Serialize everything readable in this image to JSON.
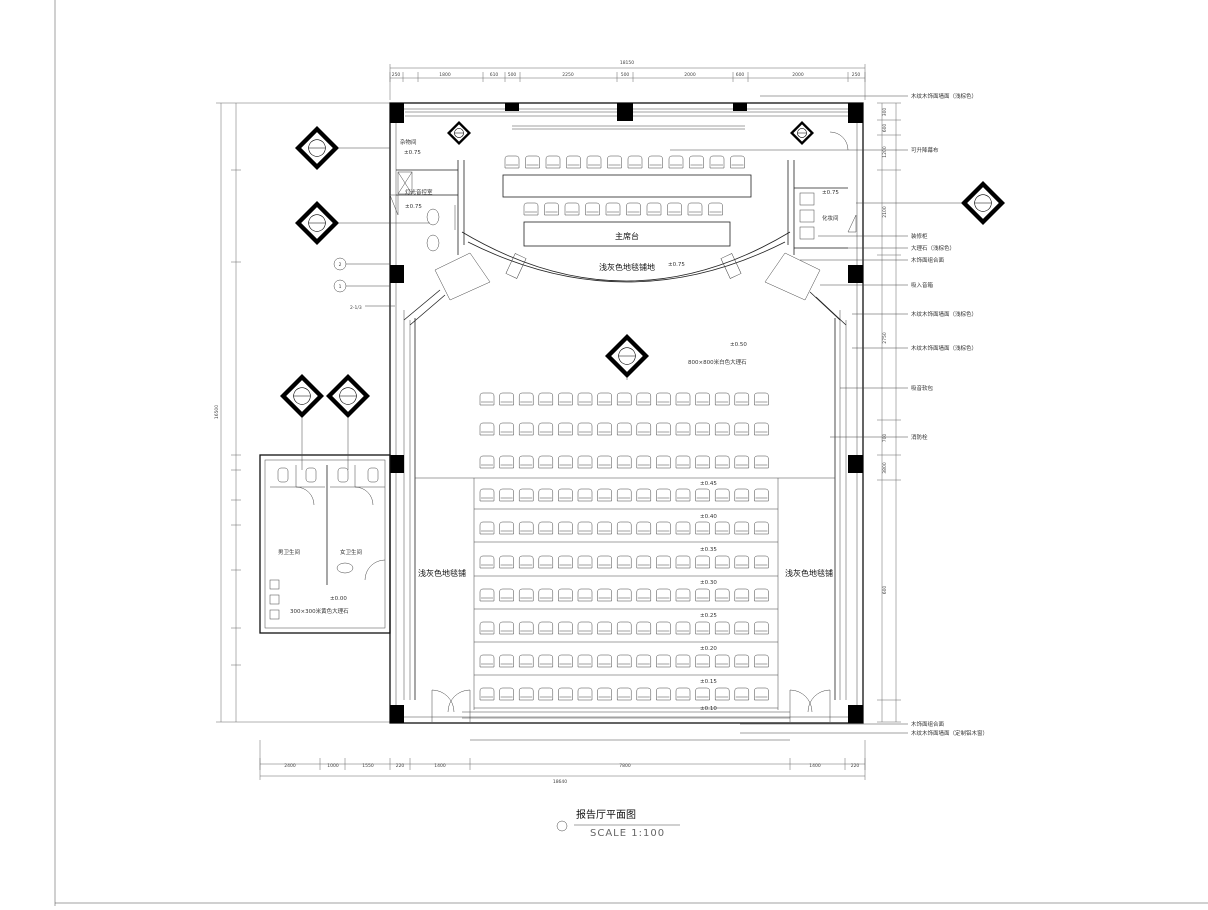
{
  "drawing": {
    "title": "报告厅平面图",
    "scale": "SCALE 1:100"
  },
  "rooms": {
    "storage": "杂物间",
    "sound_control": "灯光音控室",
    "stage": "主席台",
    "dressing": "化妆间",
    "men_wc": "男卫生间",
    "women_wc": "女卫生间"
  },
  "floor_finishes": {
    "stage_edge": "浅灰色地毯铺地",
    "hall_marble": "800×800米白色大理石",
    "aisle_left": "浅灰色地毯铺",
    "aisle_right": "浅灰色地毯铺",
    "wc_floor": "300×300米黄色大理石"
  },
  "levels": [
    "±0.75",
    "±0.75",
    "±0.75",
    "±0.75",
    "±0.50",
    "±0.45",
    "±0.40",
    "±0.35",
    "±0.30",
    "±0.25",
    "±0.20",
    "±0.15",
    "±0.10",
    "±0.00"
  ],
  "axis_markers": [
    "2",
    "1",
    "2-1/3"
  ],
  "callouts": [
    "木纹木饰面墙面（浅棕色）",
    "可升降幕布",
    "装修柜",
    "大理石（浅棕色）",
    "木饰面组合面",
    "吸入音箱",
    "木纹木饰面墙面（浅棕色）",
    "木纹木饰面墙面（浅棕色）",
    "吸音软包",
    "消防栓",
    "木饰面组合面",
    "木纹木饰面墙面（定制铝木窗）"
  ],
  "dims_top": [
    "250",
    "1800",
    "610",
    "500",
    "2250",
    "500",
    "2000",
    "600",
    "2000",
    "250"
  ],
  "dims_top_total": "18150",
  "dims_bottom": [
    "2400",
    "1000",
    "1550",
    "220",
    "1400",
    "7800",
    "1400",
    "220"
  ],
  "dims_bottom_total": "18640",
  "dims_right": [
    "300",
    "600",
    "1200",
    "2100",
    "2750",
    "700",
    "3800",
    "600"
  ],
  "dims_left_total": "16500"
}
